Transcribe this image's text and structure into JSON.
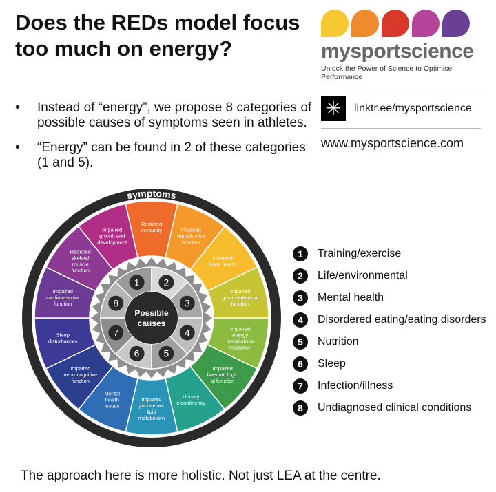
{
  "title": "Does the REDs model focus too much on energy?",
  "bullets": [
    "Instead of “energy”, we propose 8 categories of possible causes of symptoms seen in athletes.",
    "“Energy” can be found in 2 of these categories (1 and 5)."
  ],
  "bullet_marker": "•",
  "logo": {
    "brand": "mysportscience",
    "tagline": "Unlock the Power of Science to Optimise Performance",
    "drop_colors": [
      "#f6c932",
      "#ef8b2c",
      "#d8392b",
      "#b6439a",
      "#6a3f96"
    ]
  },
  "linktree": {
    "icon": "asterisk-icon",
    "glyph": "✳",
    "text": "linktr.ee/mysportscience"
  },
  "website": "www.mysportscience.com",
  "wheel": {
    "ring_label": "symptoms",
    "center_label_1": "Possible",
    "center_label_2": "causes",
    "cause_numbers": [
      "1",
      "2",
      "3",
      "4",
      "5",
      "6",
      "7",
      "8"
    ],
    "symptoms": [
      {
        "label": "Reduced immunity",
        "color": "#ef6b2c"
      },
      {
        "label": "Impaired reproductive function",
        "color": "#f39a2a"
      },
      {
        "label": "Impaired bone health",
        "color": "#f7bb2e"
      },
      {
        "label": "Impaired gastro-intestinal function",
        "color": "#c8c534"
      },
      {
        "label": "Impaired energy metabolism/ regulation",
        "color": "#8cbc3f"
      },
      {
        "label": "Impaired haematologic al function",
        "color": "#3c9a4a"
      },
      {
        "label": "Urinary incontinency",
        "color": "#25a18e"
      },
      {
        "label": "Impaired glucose and lipid metabolism",
        "color": "#2a93b8"
      },
      {
        "label": "Mental health issues",
        "color": "#2f6db4"
      },
      {
        "label": "Impaired neurocognitive function",
        "color": "#2c3f8e"
      },
      {
        "label": "Sleep disturbances",
        "color": "#3d3a97"
      },
      {
        "label": "Impaired cardiovascular function",
        "color": "#6b3b96"
      },
      {
        "label": "Reduced skeletal muscle function",
        "color": "#8e3994"
      },
      {
        "label": "Impaired growth and development",
        "color": "#b02e86"
      }
    ]
  },
  "legend": [
    {
      "num": "1",
      "label": "Training/exercise"
    },
    {
      "num": "2",
      "label": "Life/environmental"
    },
    {
      "num": "3",
      "label": "Mental health"
    },
    {
      "num": "4",
      "label": "Disordered eating/eating disorders"
    },
    {
      "num": "5",
      "label": "Nutrition"
    },
    {
      "num": "6",
      "label": "Sleep"
    },
    {
      "num": "7",
      "label": "Infection/illness"
    },
    {
      "num": "8",
      "label": "Undiagnosed clinical conditions"
    }
  ],
  "footer": "The approach here is more holistic. Not just LEA at the centre."
}
